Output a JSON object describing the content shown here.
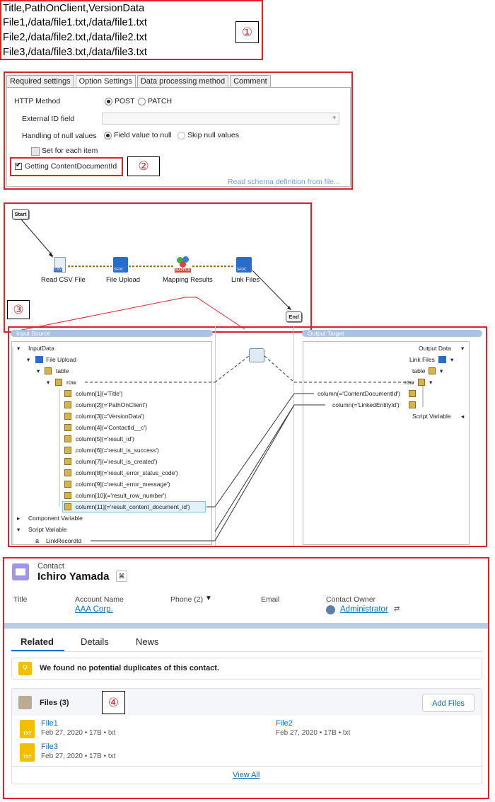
{
  "csv_lines": [
    "Title,PathOnClient,VersionData",
    "File1,/data/file1.txt,/data/file1.txt",
    "File2,/data/file2.txt,/data/file2.txt",
    "File3,/data/file3.txt,/data/file3.txt"
  ],
  "markers": {
    "m1": "①",
    "m2": "②",
    "m3": "③",
    "m4": "④"
  },
  "settings": {
    "tabs": [
      "Required settings",
      "Option Settings",
      "Data processing method",
      "Comment"
    ],
    "active_tab": "Option Settings",
    "http_method_label": "HTTP Method",
    "http_options": [
      "POST",
      "PATCH"
    ],
    "http_selected": "POST",
    "external_id_label": "External ID field",
    "external_id_value": "",
    "null_label": "Handling of null values",
    "null_options": [
      "Field value to null",
      "Skip null values"
    ],
    "null_selected": "Field value to null",
    "set_each_label": "Set for each item",
    "getting_label": "Getting ContentDocumentId",
    "getting_checked": true,
    "read_schema_link": "Read schema definition from file..."
  },
  "flow": {
    "start": "Start",
    "end": "End",
    "nodes": [
      "Read CSV File",
      "File Upload",
      "Mapping Results",
      "Link Files"
    ],
    "node_badges": [
      "CSV",
      "SFDC",
      "MAPPER",
      "SFDC"
    ]
  },
  "mapping": {
    "input_header": "Input Source",
    "output_header": "Output Target",
    "input_root": "InputData",
    "file_upload": "File Upload",
    "table": "table",
    "row": "row",
    "columns": [
      "column[1](='Title')",
      "column[2](='PathOnClient')",
      "column[3](='VersionData')",
      "column[4](='ContactId__c')",
      "column[5](='result_id')",
      "column[6](='result_is_success')",
      "column[7](='result_is_created')",
      "column[8](='result_error_status_code')",
      "column[9](='result_error_message')",
      "column[10](='result_row_number')",
      "column[11](='result_content_document_id')"
    ],
    "component_variable": "Component Variable",
    "script_variable": "Script Variable",
    "link_record_id": "LinkRecordId",
    "output_root": "Output Data",
    "link_files": "Link Files",
    "out_table": "table",
    "out_row": "row",
    "out_columns": [
      "column(='ContentDocumentId')",
      "column(='LinkedEntityId')"
    ],
    "out_script_variable": "Script Variable"
  },
  "contact": {
    "object_label": "Contact",
    "name": "Ichiro Yamada",
    "fields": {
      "title_label": "Title",
      "account_label": "Account Name",
      "account_value": "AAA Corp.",
      "phone_label": "Phone (2)",
      "email_label": "Email",
      "owner_label": "Contact Owner",
      "owner_value": "Administrator"
    },
    "tabs": [
      "Related",
      "Details",
      "News"
    ],
    "active_tab": "Related",
    "duplicates_msg": "We found no potential duplicates of this contact.",
    "files_title": "Files (3)",
    "add_files": "Add Files",
    "files": [
      {
        "name": "File1",
        "meta": "Feb 27, 2020 • 17B • txt",
        "icon": "TXT"
      },
      {
        "name": "File2",
        "meta": "Feb 27, 2020 • 17B • txt",
        "icon": "TXT"
      },
      {
        "name": "File3",
        "meta": "Feb 27, 2020 • 17B • txt",
        "icon": "TXT"
      }
    ],
    "view_all": "View All"
  },
  "colors": {
    "highlight_red": "#e0202a",
    "sf_blue": "#0070d2",
    "header_blue": "#a9c3e4",
    "file_yellow": "#f4bf00"
  }
}
